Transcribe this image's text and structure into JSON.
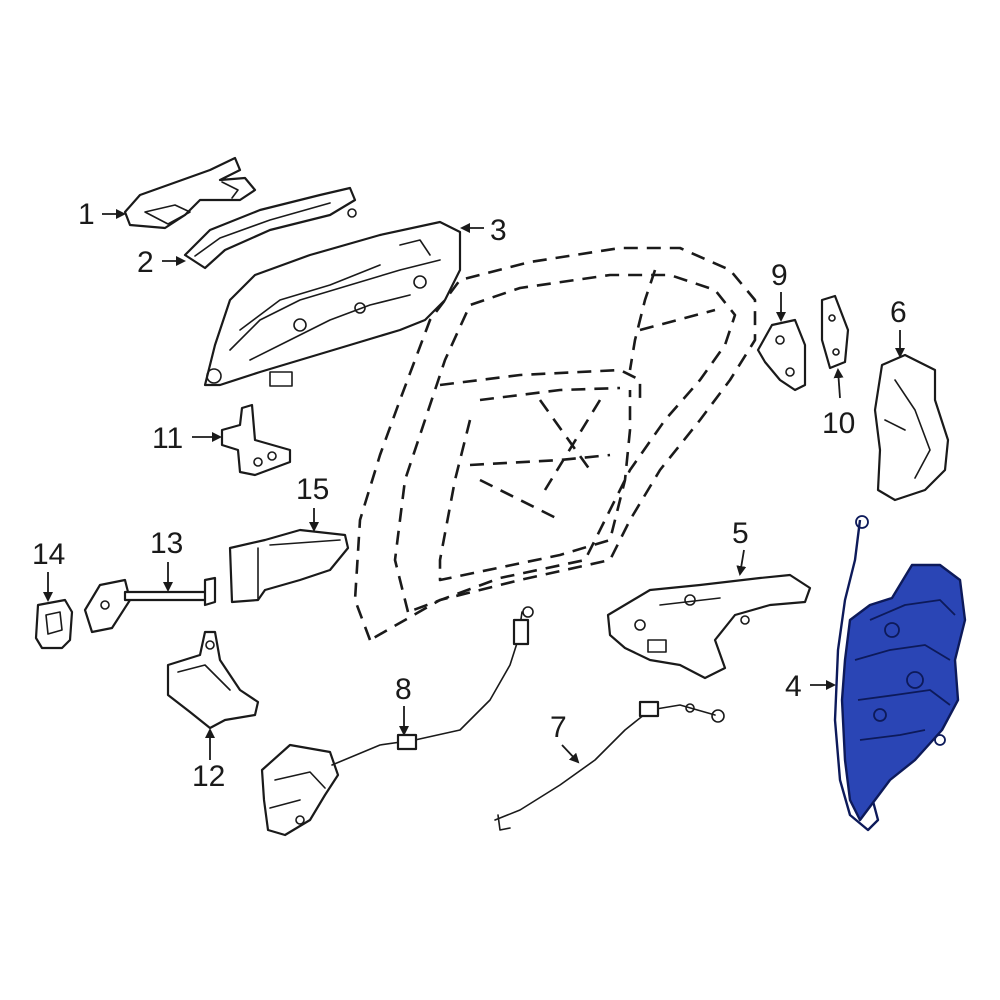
{
  "diagram": {
    "highlight_color": "#2a45b5",
    "callouts": [
      {
        "id": "1",
        "label": "1"
      },
      {
        "id": "2",
        "label": "2"
      },
      {
        "id": "3",
        "label": "3"
      },
      {
        "id": "4",
        "label": "4"
      },
      {
        "id": "5",
        "label": "5"
      },
      {
        "id": "6",
        "label": "6"
      },
      {
        "id": "7",
        "label": "7"
      },
      {
        "id": "8",
        "label": "8"
      },
      {
        "id": "9",
        "label": "9"
      },
      {
        "id": "10",
        "label": "10"
      },
      {
        "id": "11",
        "label": "11"
      },
      {
        "id": "12",
        "label": "12"
      },
      {
        "id": "13",
        "label": "13"
      },
      {
        "id": "14",
        "label": "14"
      },
      {
        "id": "15",
        "label": "15"
      }
    ]
  }
}
